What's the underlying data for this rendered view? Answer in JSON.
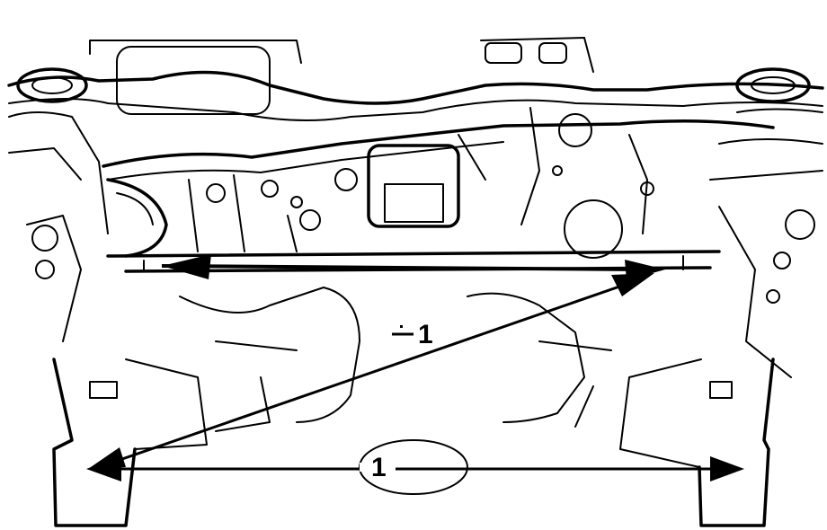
{
  "diagram": {
    "callouts": [
      {
        "id": "diagonal",
        "label": "1"
      },
      {
        "id": "lower",
        "label": "1"
      }
    ],
    "colors": {
      "ink": "#000000",
      "paper": "#ffffff"
    }
  }
}
